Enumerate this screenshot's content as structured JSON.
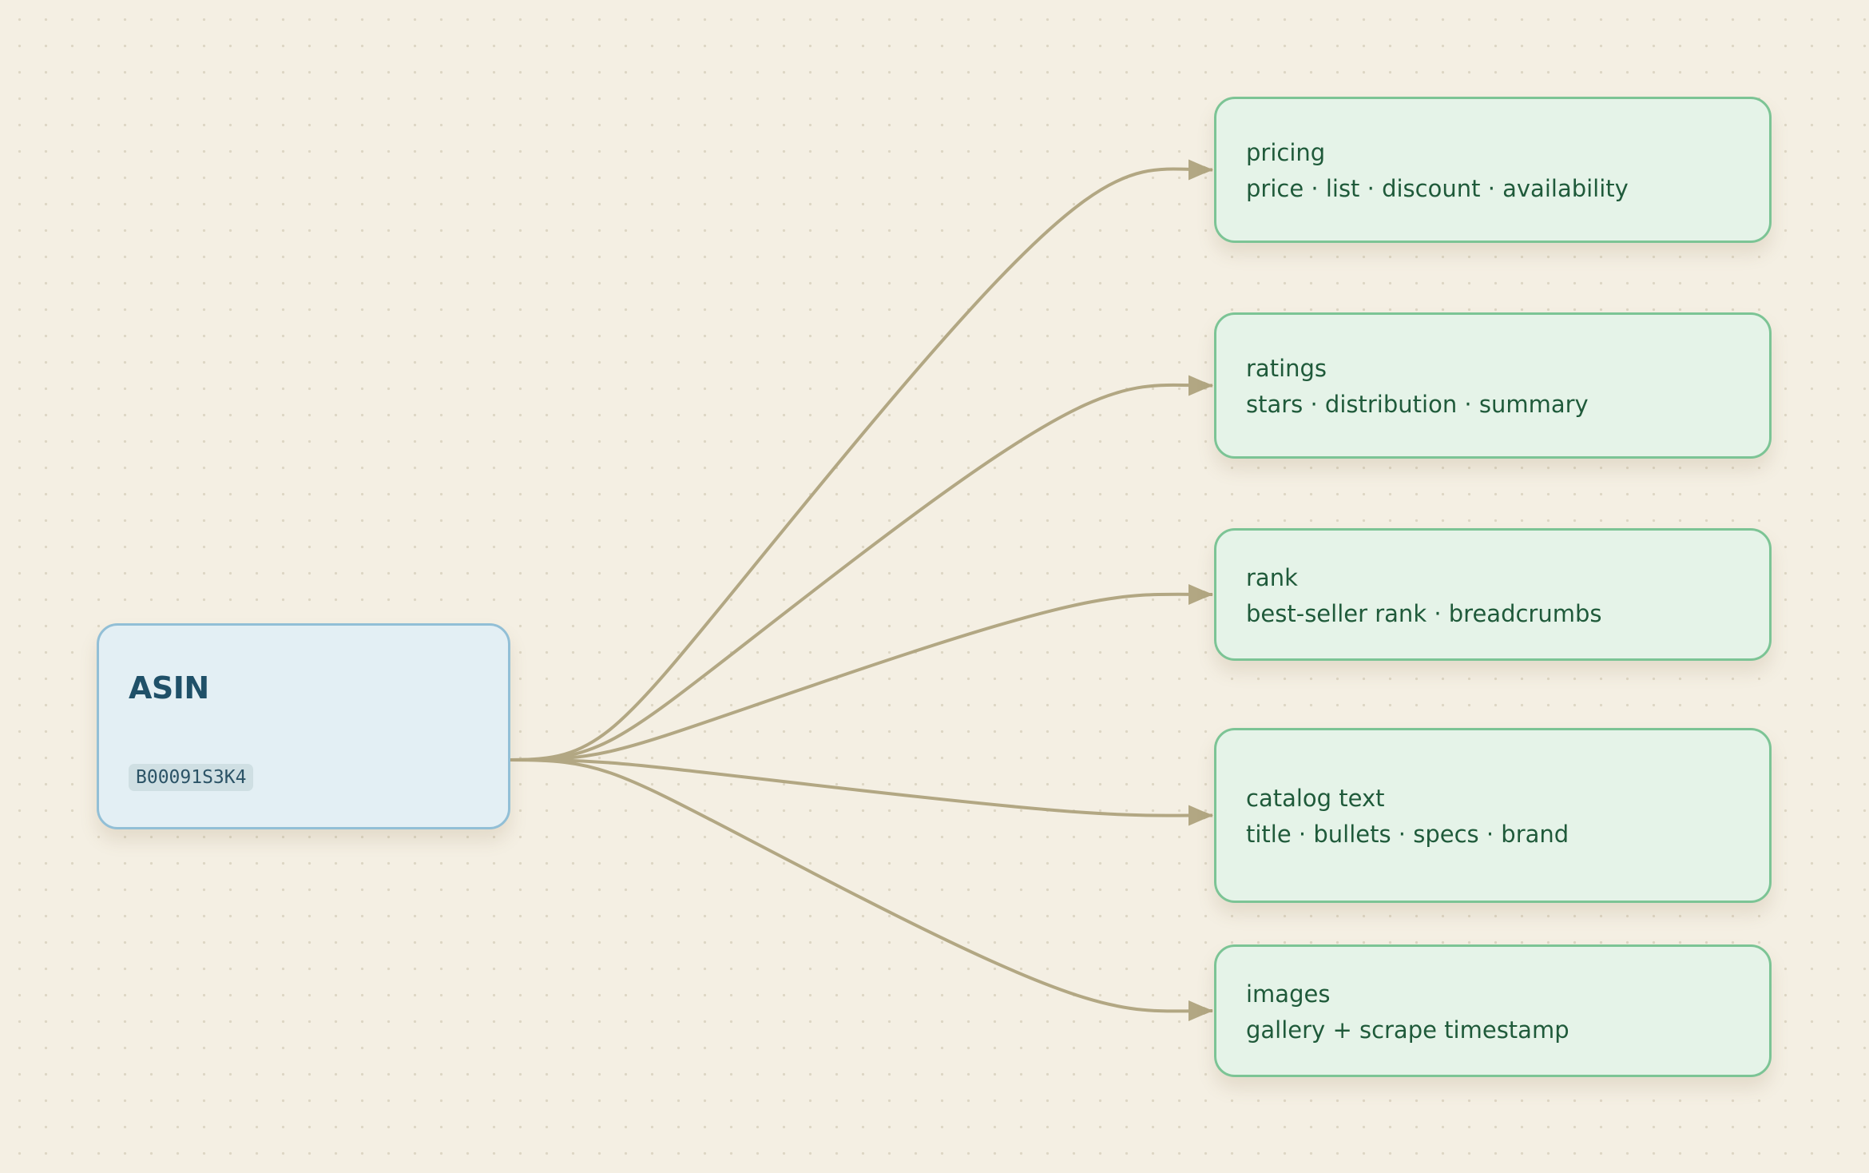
{
  "diagram": {
    "source": {
      "title": "ASIN",
      "code": "B00091S3K4"
    },
    "targets": [
      {
        "label": "pricing",
        "detail": "price · list · discount · availability"
      },
      {
        "label": "ratings",
        "detail": "stars · distribution · summary"
      },
      {
        "label": "rank",
        "detail": "best-seller rank · breadcrumbs"
      },
      {
        "label": "catalog text",
        "detail": "title · bullets · specs · brand"
      },
      {
        "label": "images",
        "detail": "gallery + scrape timestamp"
      }
    ],
    "edges": [
      {
        "from": "source",
        "to": 0
      },
      {
        "from": "source",
        "to": 1
      },
      {
        "from": "source",
        "to": 2
      },
      {
        "from": "source",
        "to": 3
      },
      {
        "from": "source",
        "to": 4
      }
    ],
    "colors": {
      "edge": "#b2a783",
      "source_fill": "#e3eff4",
      "source_border": "#92bfd6",
      "target_fill": "#e5f3e8",
      "target_border": "#7cc495"
    }
  }
}
